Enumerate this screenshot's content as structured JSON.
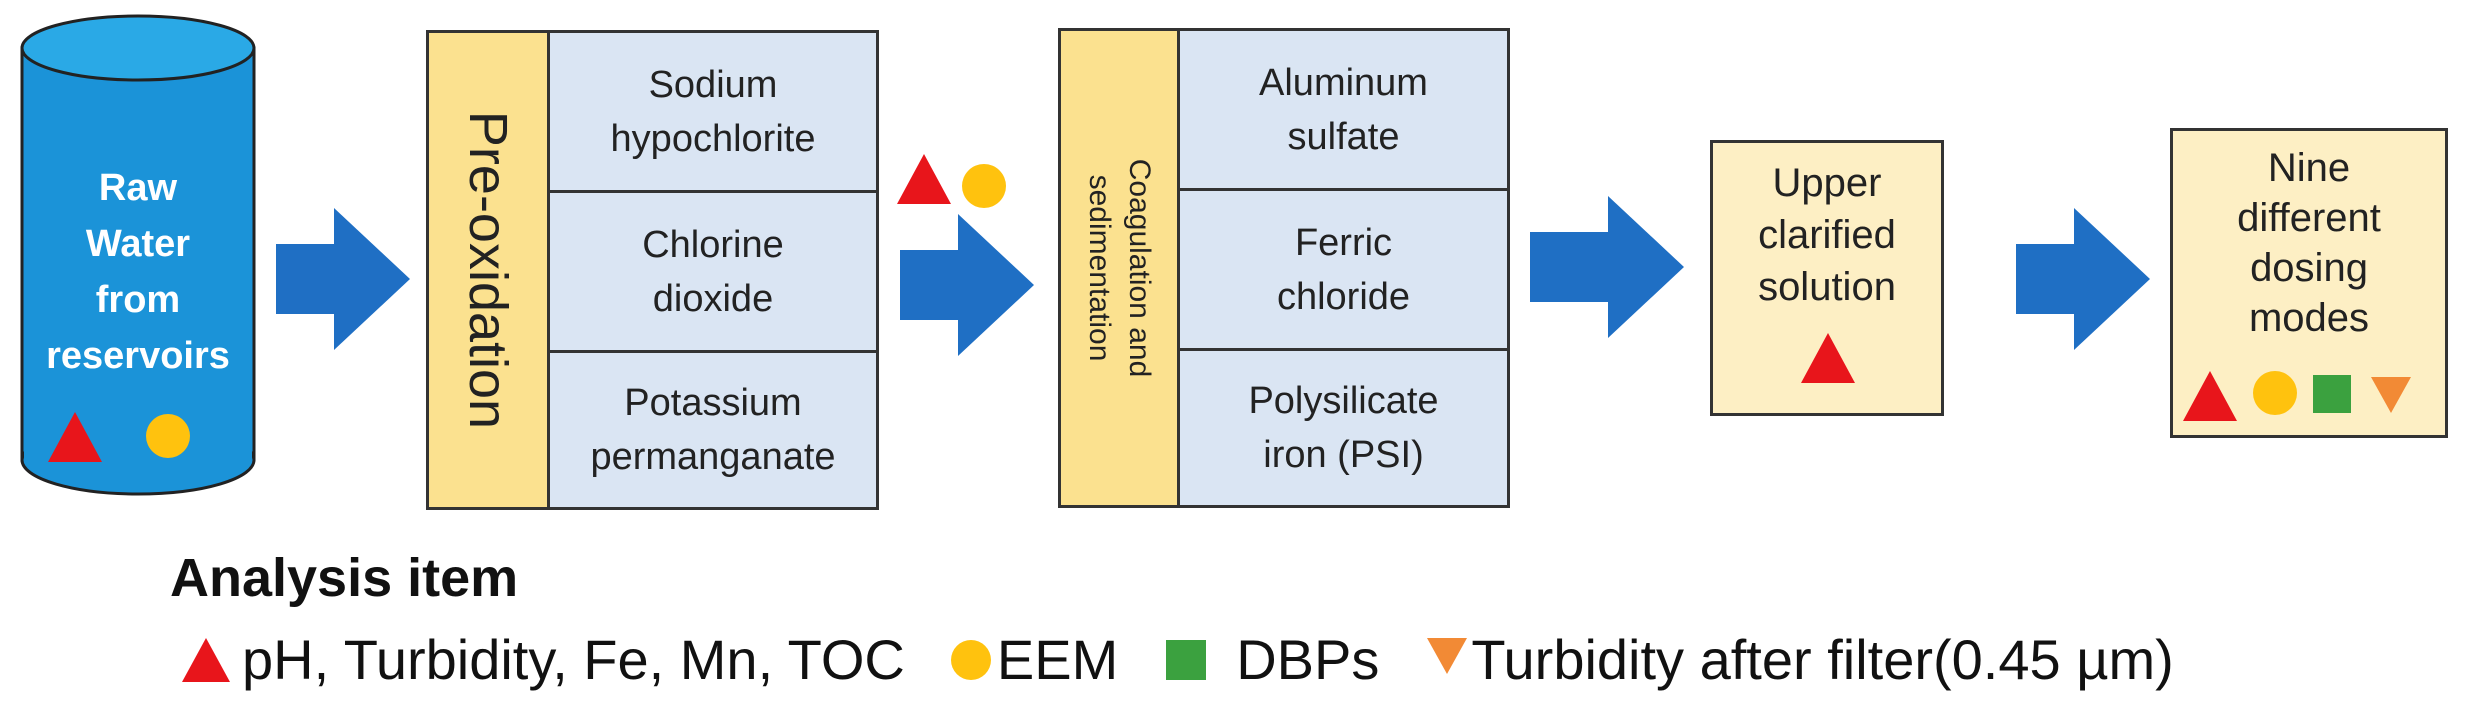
{
  "raw_water": {
    "label_lines": [
      "Raw",
      "Water",
      "from",
      "reservoirs"
    ]
  },
  "pre_oxidation": {
    "title": "Pre-oxidation",
    "oxidants": [
      "Sodium\nhypochlorite",
      "Chlorine\ndioxide",
      "Potassium\npermanganate"
    ]
  },
  "coagulation": {
    "title": "Coagulation and\nsedimentation",
    "coagulants": [
      "Aluminum\nsulfate",
      "Ferric\nchloride",
      "Polysilicate\niron (PSI)"
    ]
  },
  "upper": {
    "label": "Upper\nclarified\nsolution"
  },
  "dosing": {
    "label": "Nine\ndifferent\ndosing\nmodes"
  },
  "legend": {
    "title": "Analysis item",
    "items": [
      {
        "marker": "red-triangle",
        "text": "pH, Turbidity, Fe, Mn, TOC"
      },
      {
        "marker": "yellow-circle",
        "text": "EEM"
      },
      {
        "marker": "green-square",
        "text": "DBPs"
      },
      {
        "marker": "orange-down-triangle",
        "text": "Turbidity after filter(0.45 µm)"
      }
    ]
  },
  "colors": {
    "cylinder": "#1b93d8",
    "arrow": "#1f6fc4",
    "cell_blue": "#dae5f3",
    "bar_yellow": "#fbe18f",
    "cream": "#fdefc4",
    "red": "#e8151b",
    "yellow": "#ffc20e",
    "green": "#3ba13f",
    "orange": "#f28a35"
  }
}
